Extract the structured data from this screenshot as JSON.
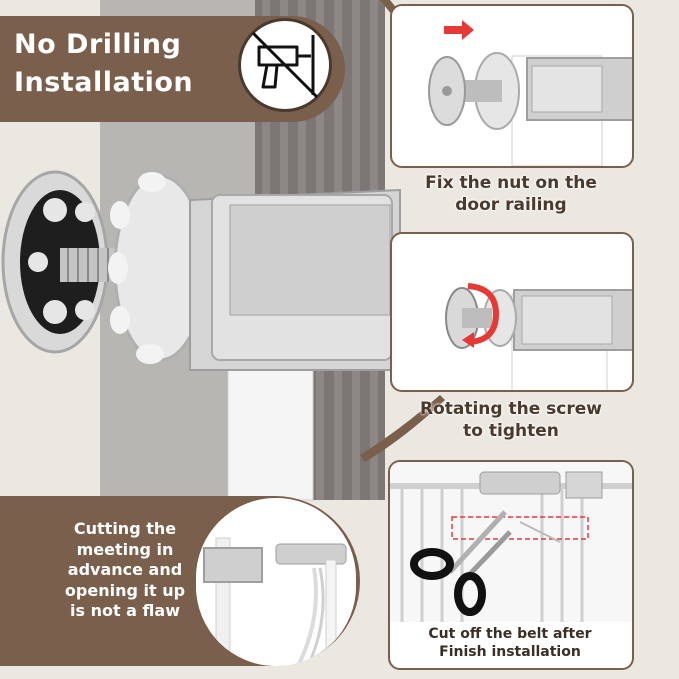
{
  "title": {
    "line1": "No Drilling",
    "line2": "Installation",
    "badge_icon": "no-drill-icon"
  },
  "steps": [
    {
      "caption_line1": "Fix the nut on the",
      "caption_line2": "door railing",
      "icon": "push-arrow-icon"
    },
    {
      "caption_line1": "Rotating the screw",
      "caption_line2": "to tighten",
      "icon": "rotate-arrow-icon"
    },
    {
      "caption_line1": "Cut off the belt after",
      "caption_line2": "Finish installation",
      "icon": "scissors-icon"
    }
  ],
  "note": {
    "lines": [
      "Cutting the",
      "meeting in",
      "advance and",
      "opening it up",
      "is not a flaw"
    ]
  },
  "colors": {
    "brand_brown": "#7a5f4c",
    "arrow_red": "#e53935",
    "metal_gray": "#b9b9b9"
  }
}
